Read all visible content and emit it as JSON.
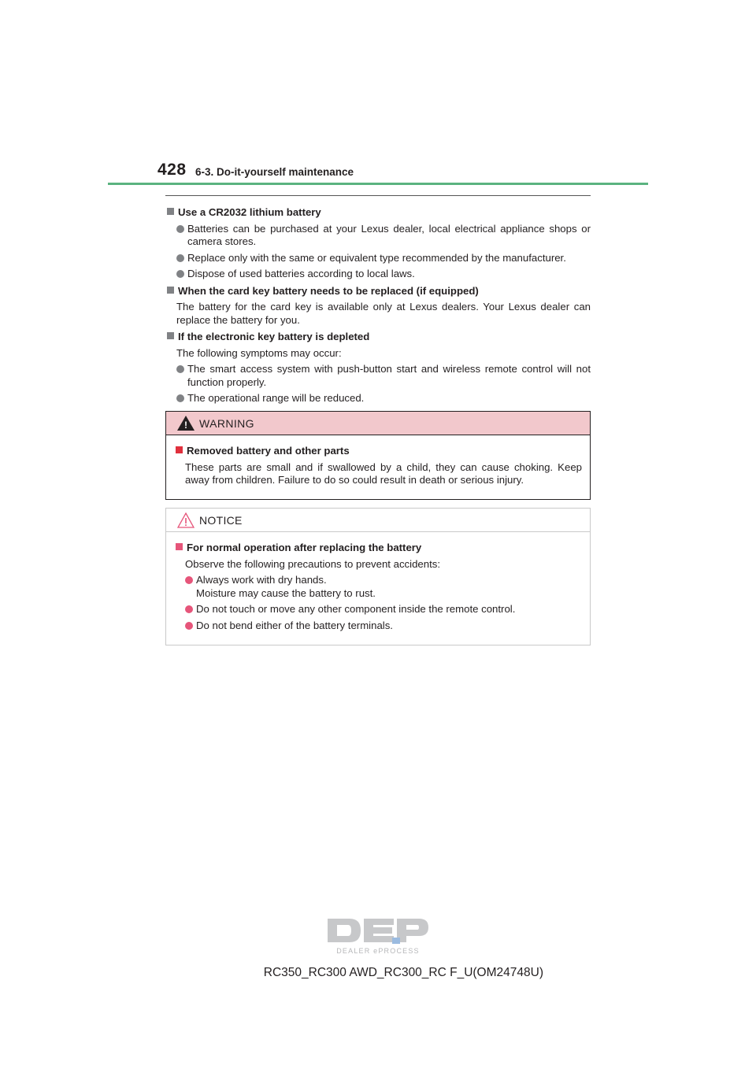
{
  "header": {
    "page_number": "428",
    "section": "6-3. Do-it-yourself maintenance"
  },
  "sections": [
    {
      "heading": "Use a CR2032 lithium battery",
      "bullets": [
        "Batteries can be purchased at your Lexus dealer, local electrical appliance shops or camera stores.",
        "Replace only with the same or equivalent type recommended by the manufacturer.",
        "Dispose of used batteries according to local laws."
      ]
    },
    {
      "heading": "When the card key battery needs to be replaced (if equipped)",
      "text": "The battery for the card key is available only at Lexus dealers. Your Lexus dealer can replace the battery for you."
    },
    {
      "heading": "If the electronic key battery is depleted",
      "text": "The following symptoms may occur:",
      "bullets": [
        "The smart access system with push-button start and wireless remote control will not function properly.",
        "The operational range will be reduced."
      ]
    }
  ],
  "warning": {
    "label": "WARNING",
    "heading": "Removed battery and other parts",
    "text": "These parts are small and if swallowed by a child, they can cause choking. Keep away from children. Failure to do so could result in death or serious injury."
  },
  "notice": {
    "label": "NOTICE",
    "heading": "For normal operation after replacing the battery",
    "text": "Observe the following precautions to prevent accidents:",
    "bullets": [
      {
        "line1": "Always work with dry hands.",
        "line2": "Moisture may cause the battery to rust."
      },
      {
        "line1": "Do not touch or move any other component inside the remote control."
      },
      {
        "line1": "Do not bend either of the battery terminals."
      }
    ]
  },
  "footer": {
    "logo_text": "DEALER ePROCESS",
    "code": "RC350_RC300 AWD_RC300_RC F_U(OM24748U)"
  },
  "colors": {
    "header_rule": "#5bb380",
    "warning_header_bg": "#f2c8cc",
    "notice_accent": "#e6557a"
  }
}
